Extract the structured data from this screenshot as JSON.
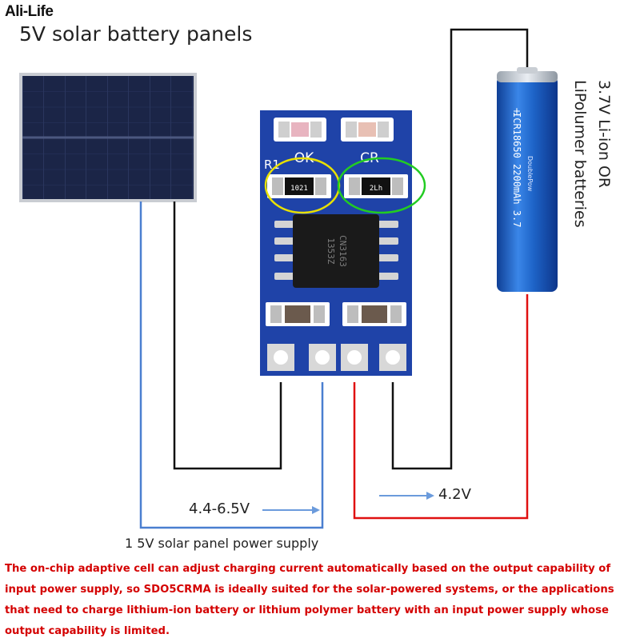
{
  "brand": "Ali-Life",
  "title": "5V solar battery panels",
  "battery_label": {
    "line1": "3.7V Li-ion OR",
    "line2": "LiPolumer batteries"
  },
  "battery_print": {
    "line1": "DoublePow",
    "line2": "ICR18650 2200mAh 3.7"
  },
  "board": {
    "led_left_label": "OK",
    "led_right_label": "CR",
    "resistor_label": "R1",
    "resistor_code": "1021",
    "diode_code": "2Lh",
    "chip_text_1": "CN3163",
    "chip_text_2": "1353Z"
  },
  "labels": {
    "input_range": "4.4-6.5V",
    "output_voltage": "4.2V",
    "supply": "1 5V solar panel power supply"
  },
  "description": "The on-chip adaptive cell can adjust charging current automatically based on the output capability of input power supply, so SDO5CRMA is ideally suited for the solar-powered systems, or the applications that need to charge lithium-ion battery or lithium polymer battery with an input power supply whose output capability is limited.",
  "colors": {
    "wire_black": "#111111",
    "wire_blue": "#4a7fd0",
    "wire_red": "#e01010",
    "pcb": "#1d3fa0",
    "battery": "#1e64c8",
    "solar": "#1a2240",
    "highlight_yellow": "#e8e000",
    "highlight_green": "#22cc22",
    "text_red": "#d40000"
  }
}
